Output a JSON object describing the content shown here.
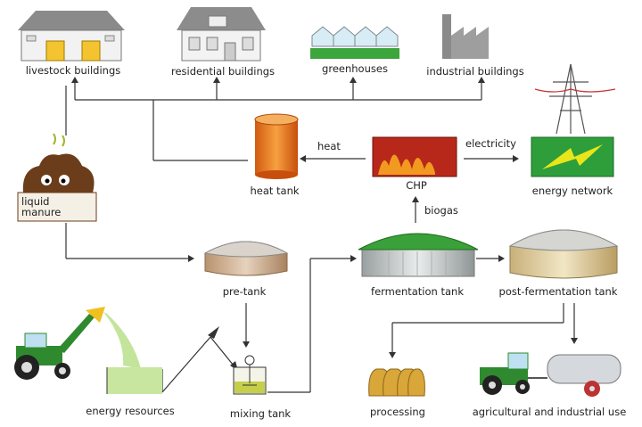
{
  "nodes": {
    "livestock_buildings": "livestock buildings",
    "residential_buildings": "residential buildings",
    "greenhouses": "greenhouses",
    "industrial_buildings": "industrial buildings",
    "heat_tank": "heat tank",
    "chp": "CHP",
    "energy_network": "energy network",
    "liquid_manure": "liquid\nmanure",
    "pre_tank": "pre-tank",
    "fermentation_tank": "fermentation tank",
    "post_fermentation_tank": "post-fermentation tank",
    "energy_resources": "energy resources",
    "mixing_tank": "mixing tank",
    "processing": "processing",
    "agricultural_use": "agricultural and industrial use"
  },
  "flows": {
    "heat": "heat",
    "electricity": "electricity",
    "biogas": "biogas"
  },
  "colors": {
    "heat_tank": "#e8781e",
    "chp": "#c0301a",
    "energy_network": "#2e9e3a",
    "fermentation_roof": "#3aa03a",
    "tank_body": "#c9a98a",
    "tractor": "#2f8a2f"
  }
}
